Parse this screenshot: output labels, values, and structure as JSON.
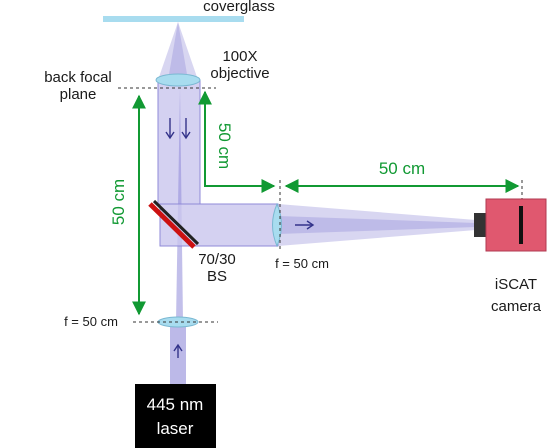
{
  "labels": {
    "coverglass": "coverglass",
    "objective_line1": "100X",
    "objective_line2": "objective",
    "back_focal_line1": "back focal",
    "back_focal_line2": "plane",
    "dist_vertical_left": "50 cm",
    "dist_vertical_right": "50 cm",
    "dist_horizontal": "50 cm",
    "bs_line1": "70/30",
    "bs_line2": "BS",
    "lens_tube_focal": "f = 50 cm",
    "lens_bottom_focal": "f = 50 cm",
    "camera_line1": "iSCAT",
    "camera_line2": "camera",
    "laser_line1": "445 nm",
    "laser_line2": "laser"
  },
  "colors": {
    "beam": "#8f8ad8",
    "beam_light": "#c9c6ee",
    "lens": "#a8dcef",
    "coverglass": "#a8dcef",
    "dimension": "#119933",
    "beamsplitter": "#cc1111",
    "camera_body": "#e0586f",
    "laser_box": "#000000",
    "arrow": "#33338a"
  }
}
